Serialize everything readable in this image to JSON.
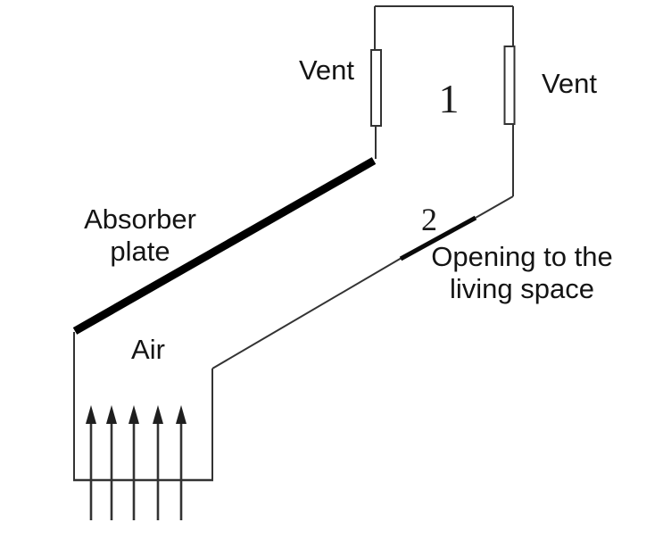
{
  "figure": {
    "labels": {
      "vent_left": "Vent",
      "vent_right": "Vent",
      "room_number": "1",
      "opening_number": "2",
      "absorber_line1": "Absorber",
      "absorber_line2": "plate",
      "air": "Air",
      "opening_line1": "Opening to the",
      "opening_line2": "living space"
    },
    "airflow": {
      "arrow_count": 5,
      "direction": "up"
    },
    "colors": {
      "background": "#ffffff",
      "thin_line": "#333333",
      "absorber_plate": "#000000",
      "opening_segment": "#0a0a0a",
      "text": "#141414"
    }
  }
}
